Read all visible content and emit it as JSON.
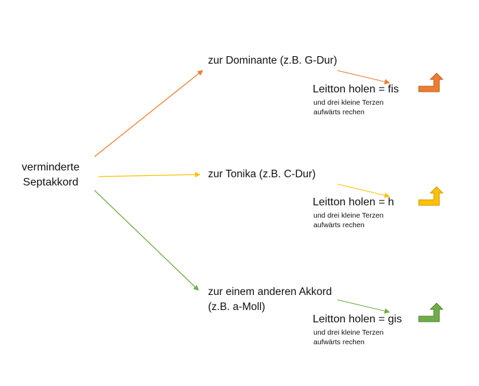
{
  "source": {
    "line1": "verminderte",
    "line2": "Septakkord"
  },
  "targets": [
    {
      "label_lines": [
        "zur Dominante (z.B. G-Dur)"
      ],
      "color": "#ed7d31",
      "leitton": "Leitton holen = fis",
      "note_line1": "und drei kleine Terzen",
      "note_line2": "aufwärts rechen",
      "icon": "bent-up-arrow-icon"
    },
    {
      "label_lines": [
        "zur Tonika (z.B. C-Dur)"
      ],
      "color": "#ffc000",
      "leitton": "Leitton holen = h",
      "note_line1": "und drei kleine Terzen",
      "note_line2": "aufwärts rechen",
      "icon": "bent-up-arrow-icon"
    },
    {
      "label_lines": [
        "zur einem anderen Akkord",
        "(z.B. a-Moll)"
      ],
      "color": "#70ad47",
      "leitton": "Leitton holen = gis",
      "note_line1": "und drei kleine Terzen",
      "note_line2": "aufwärts rechen",
      "icon": "bent-up-arrow-icon"
    }
  ]
}
